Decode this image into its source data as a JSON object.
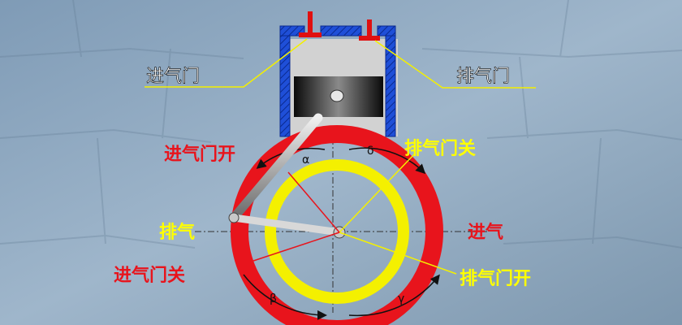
{
  "labels": {
    "intake_valve": "进气门",
    "exhaust_valve": "排气门",
    "intake_valve_open": "进气门开",
    "exhaust_valve_close": "排气门关",
    "exhaust": "排气",
    "intake": "进气",
    "intake_valve_close": "进气门关",
    "exhaust_valve_open": "排气门开",
    "angle_alpha": "α",
    "angle_delta": "δ",
    "angle_beta": "β",
    "angle_gamma": "γ"
  },
  "colors": {
    "background": "#8ea8c0",
    "cylinder_blue": "#1f4fd8",
    "valve_red": "#e01010",
    "ring_red": "#e8141c",
    "ring_yellow": "#f4f000",
    "leader_yellow": "#f4f000",
    "text_white": "#ffffff",
    "text_red": "#e8141c",
    "text_yellow": "#ffff00"
  }
}
